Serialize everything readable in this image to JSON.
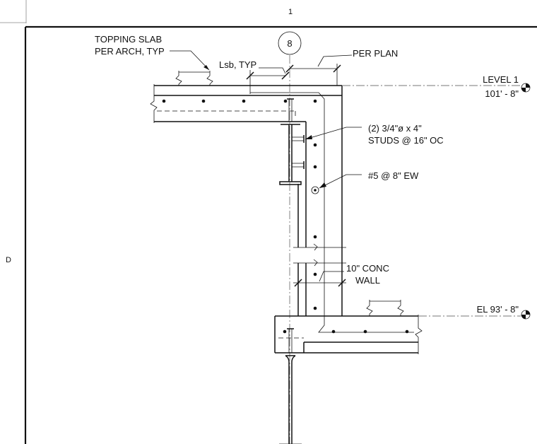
{
  "sheet": {
    "column_ref": "1",
    "row_ref": "D"
  },
  "grid_bubble": "8",
  "levels": {
    "upper_name": "LEVEL 1",
    "upper_elevation": "101' - 8\"",
    "lower_elevation": "EL 93' - 8\""
  },
  "callouts": {
    "topping_line1": "TOPPING SLAB",
    "topping_line2": "PER ARCH, TYP",
    "lsb": "Lsb, TYP",
    "per_plan": "PER PLAN",
    "studs_line1": "(2) 3/4\"ø x 4\"",
    "studs_line2": "STUDS @ 16\" OC",
    "rebar": "#5 @ 8\" EW",
    "wall_line1": "10\" CONC",
    "wall_line2": "WALL"
  },
  "colors": {
    "linework": "#111111",
    "centerline": "#777777",
    "background": "#ffffff"
  }
}
